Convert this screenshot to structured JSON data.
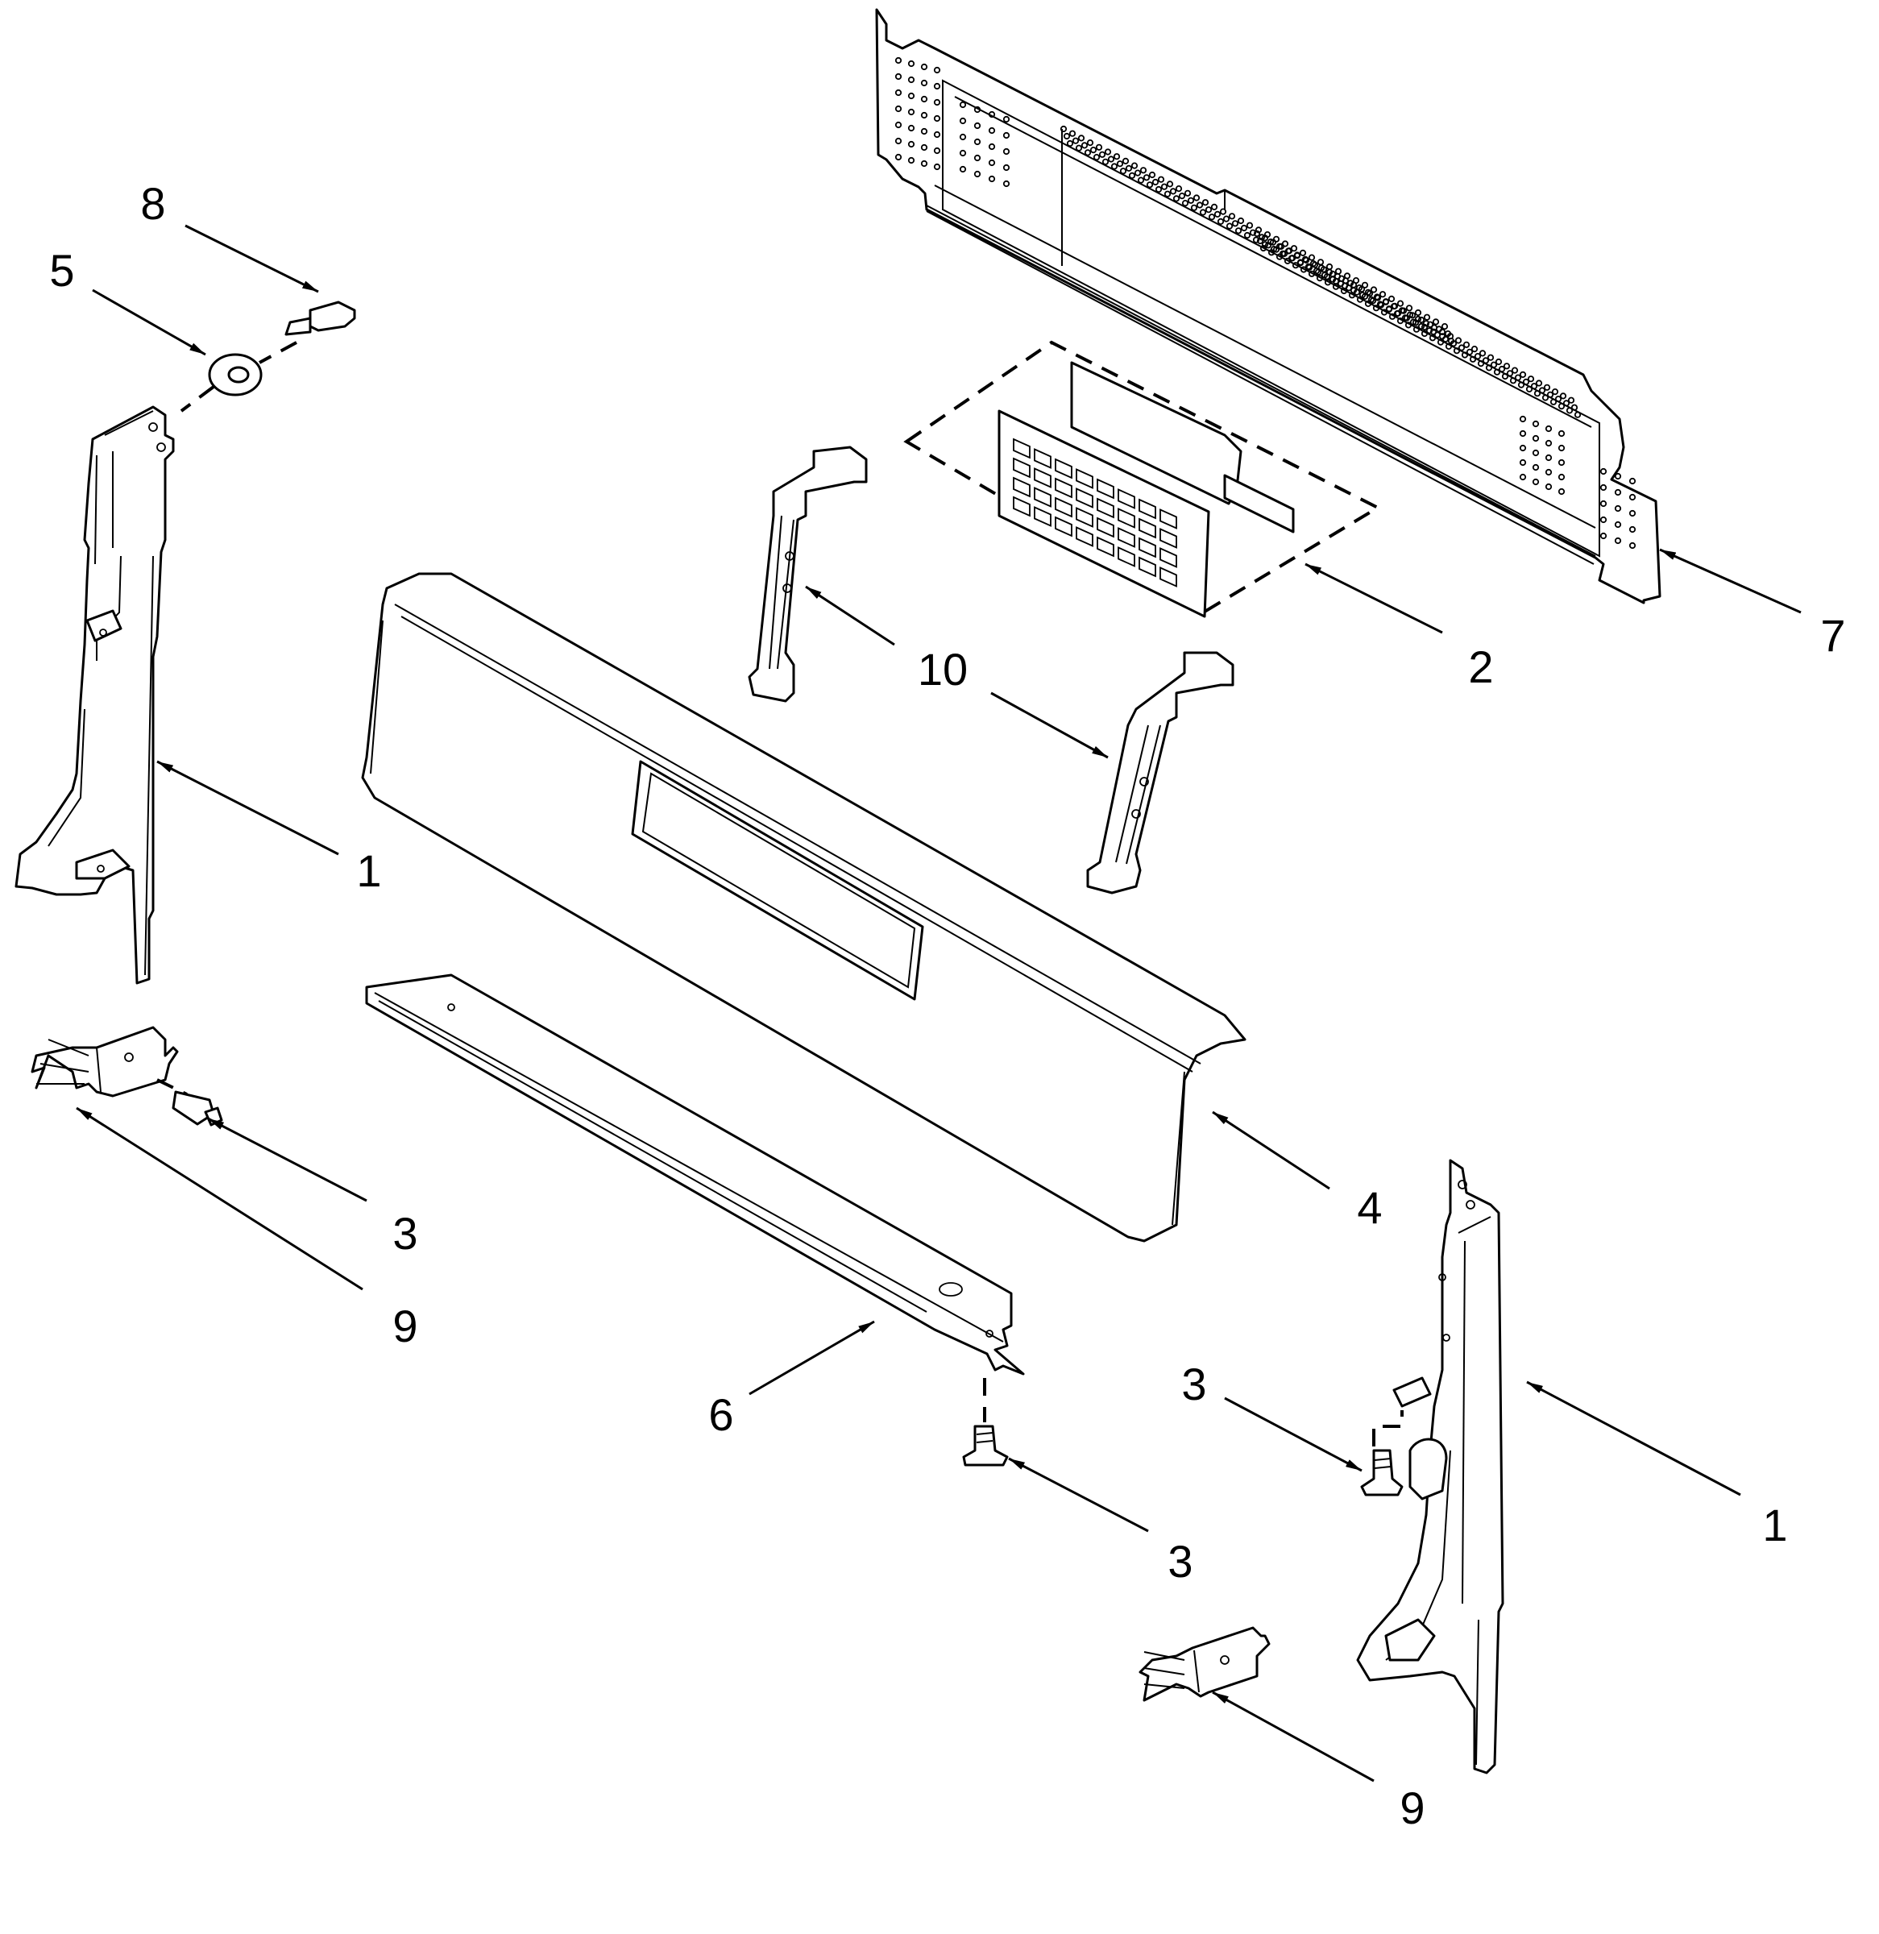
{
  "colors": {
    "line": "#000000",
    "background": "#ffffff"
  },
  "callouts": [
    {
      "id": "c8",
      "label": "8"
    },
    {
      "id": "c5",
      "label": "5"
    },
    {
      "id": "c1a",
      "label": "1"
    },
    {
      "id": "c3a",
      "label": "3"
    },
    {
      "id": "c9a",
      "label": "9"
    },
    {
      "id": "c10",
      "label": "10"
    },
    {
      "id": "c2",
      "label": "2"
    },
    {
      "id": "c7",
      "label": "7"
    },
    {
      "id": "c4",
      "label": "4"
    },
    {
      "id": "c6",
      "label": "6"
    },
    {
      "id": "c3b",
      "label": "3"
    },
    {
      "id": "c3c",
      "label": "3"
    },
    {
      "id": "c1b",
      "label": "1"
    },
    {
      "id": "c9b",
      "label": "9"
    }
  ]
}
